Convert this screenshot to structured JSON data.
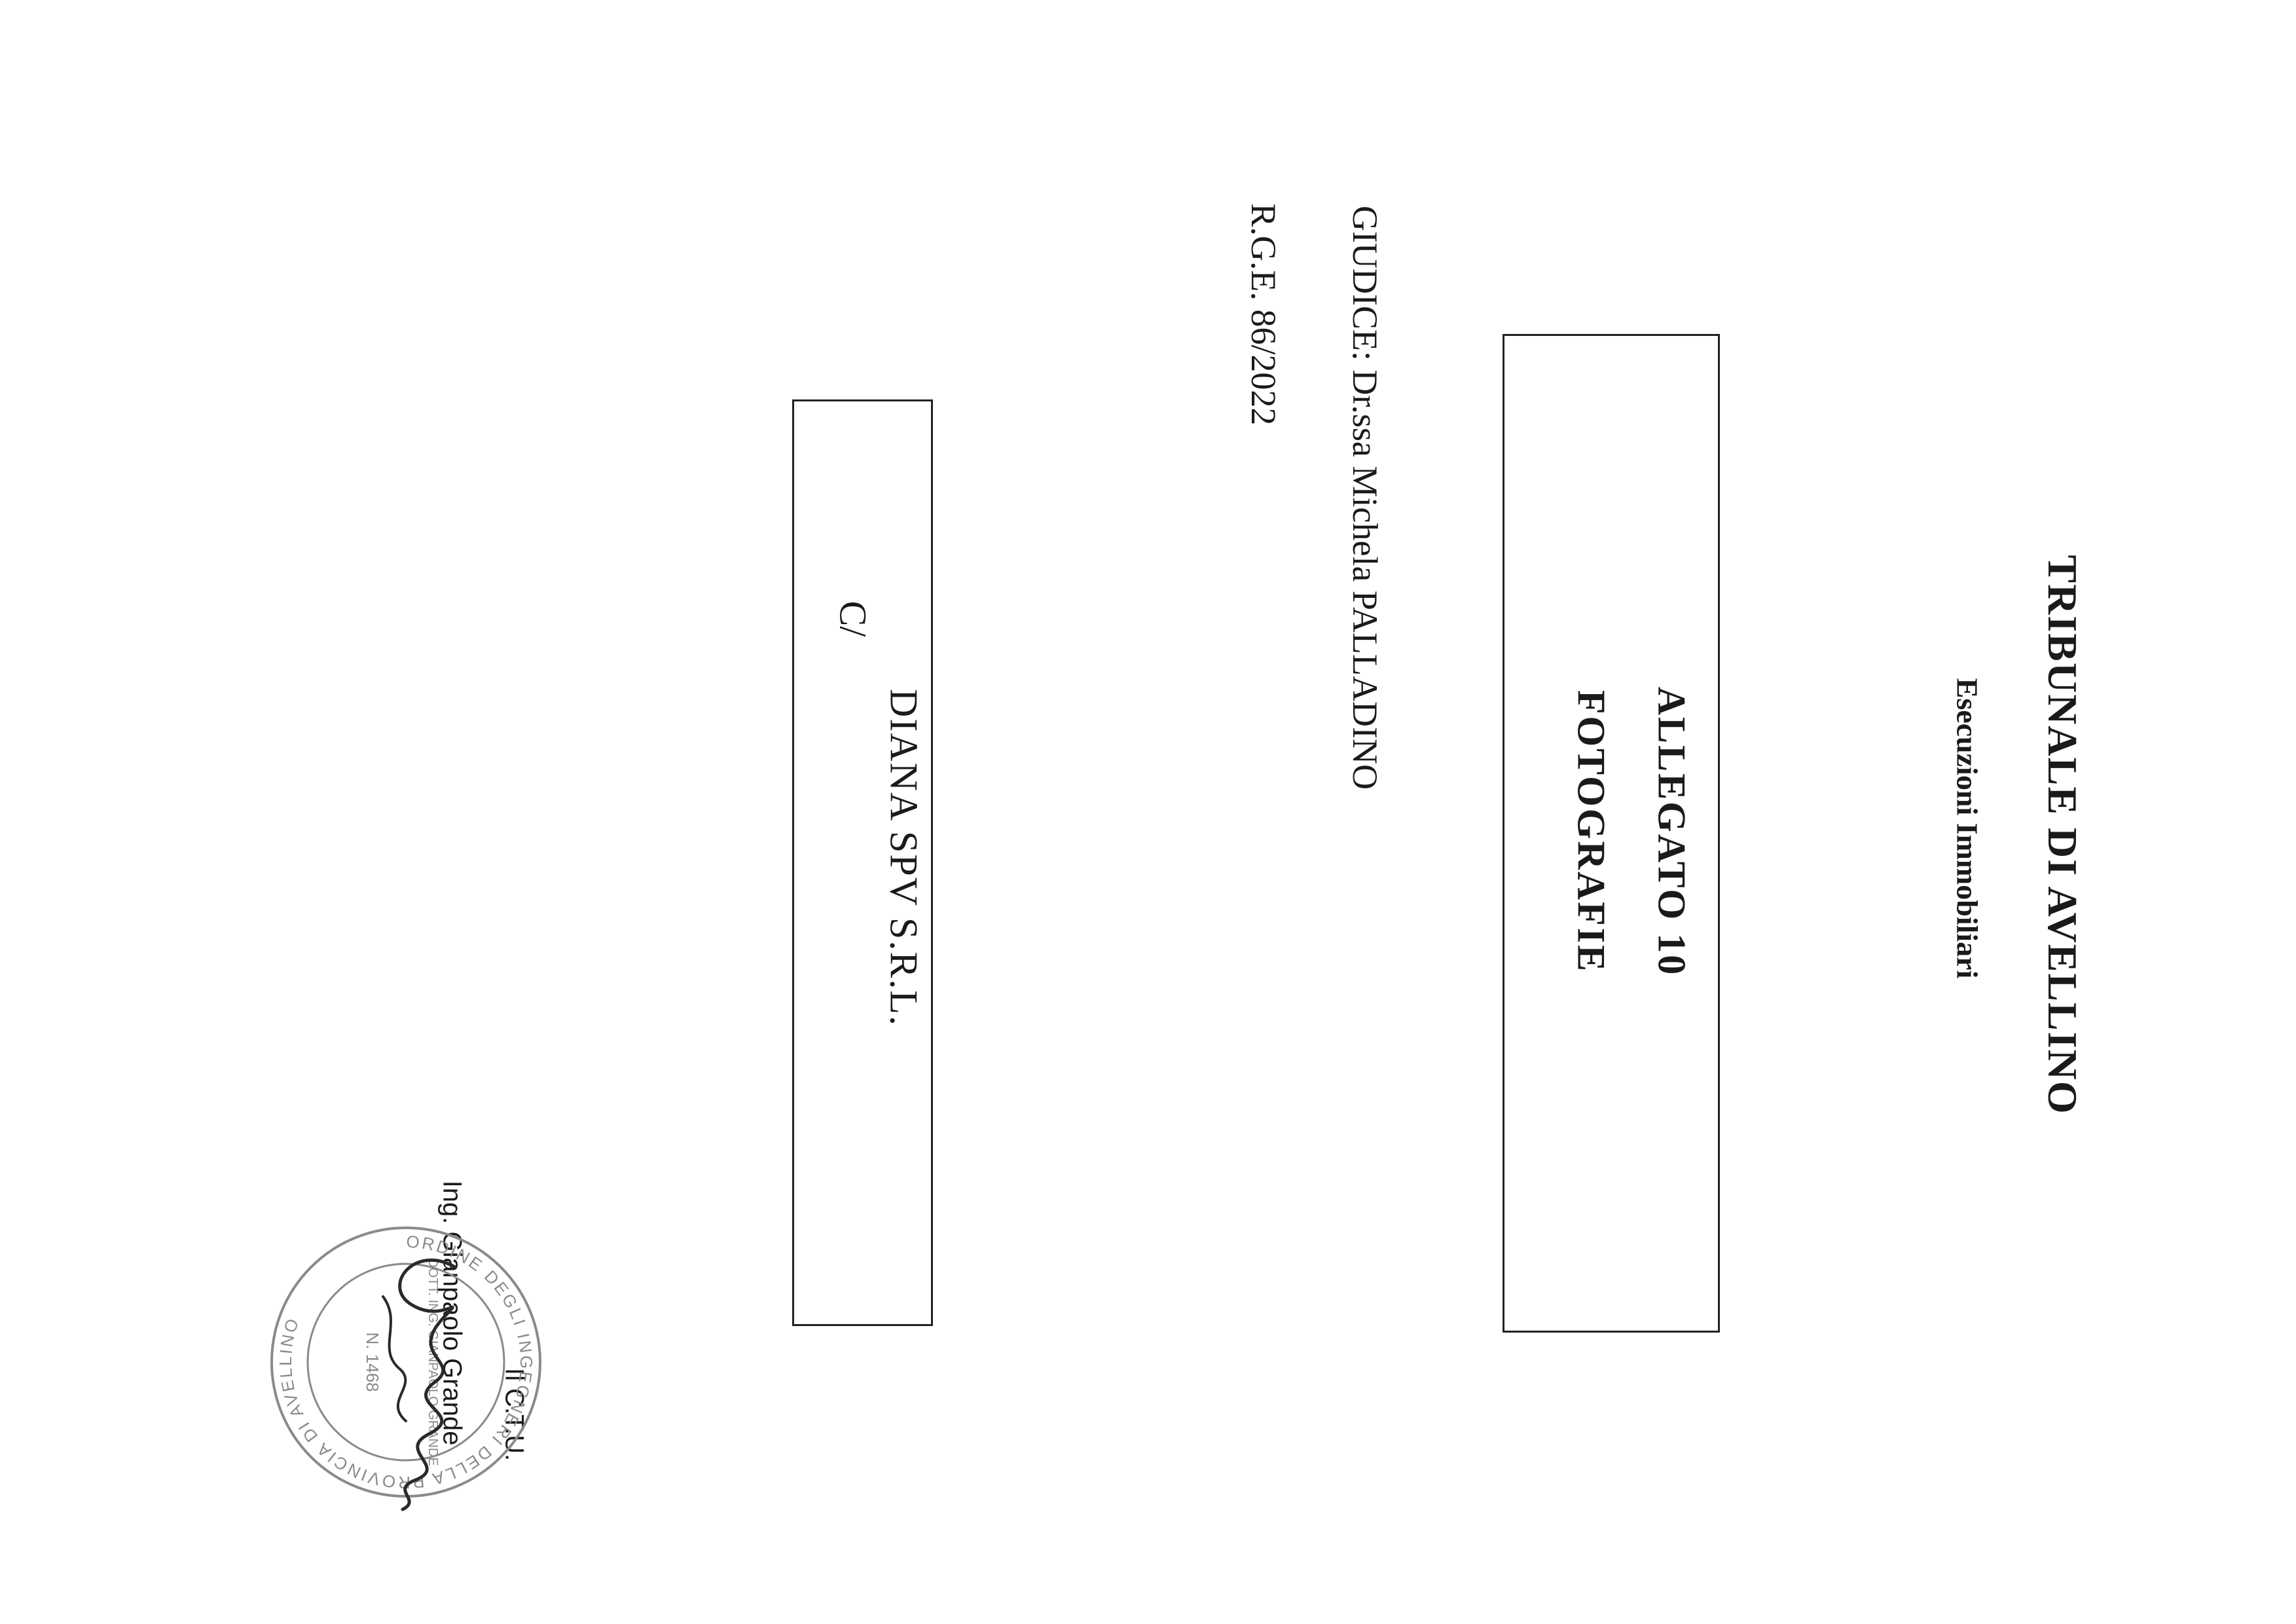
{
  "court": {
    "name": "TRIBUNALE DI AVELLINO",
    "section": "Esecuzioni Immobiliari"
  },
  "attachment": {
    "title": "ALLEGATO 10",
    "subtitle": "FOTOGRAFIE"
  },
  "case": {
    "judge": "GIUDICE: Dr.ssa Michela PALLADINO",
    "rge": "R.G.E. 86/2022"
  },
  "parties": {
    "against": "C/",
    "debtor": "DIANA SPV S.R.L."
  },
  "expert": {
    "label": "Il C.T.U.",
    "name": "Ing. Gianpaolo Grande"
  },
  "stamp": {
    "text_ring": "ORDINE DEGLI INGEGNERI DELLA PROVINCIA DI AVELLINO",
    "text_center": "DOTT. ING. GIANPAOLO GRANDE",
    "number": "N. 1468"
  },
  "colors": {
    "ink": "#1a1a1a",
    "stamp": "#8a8a8a"
  }
}
